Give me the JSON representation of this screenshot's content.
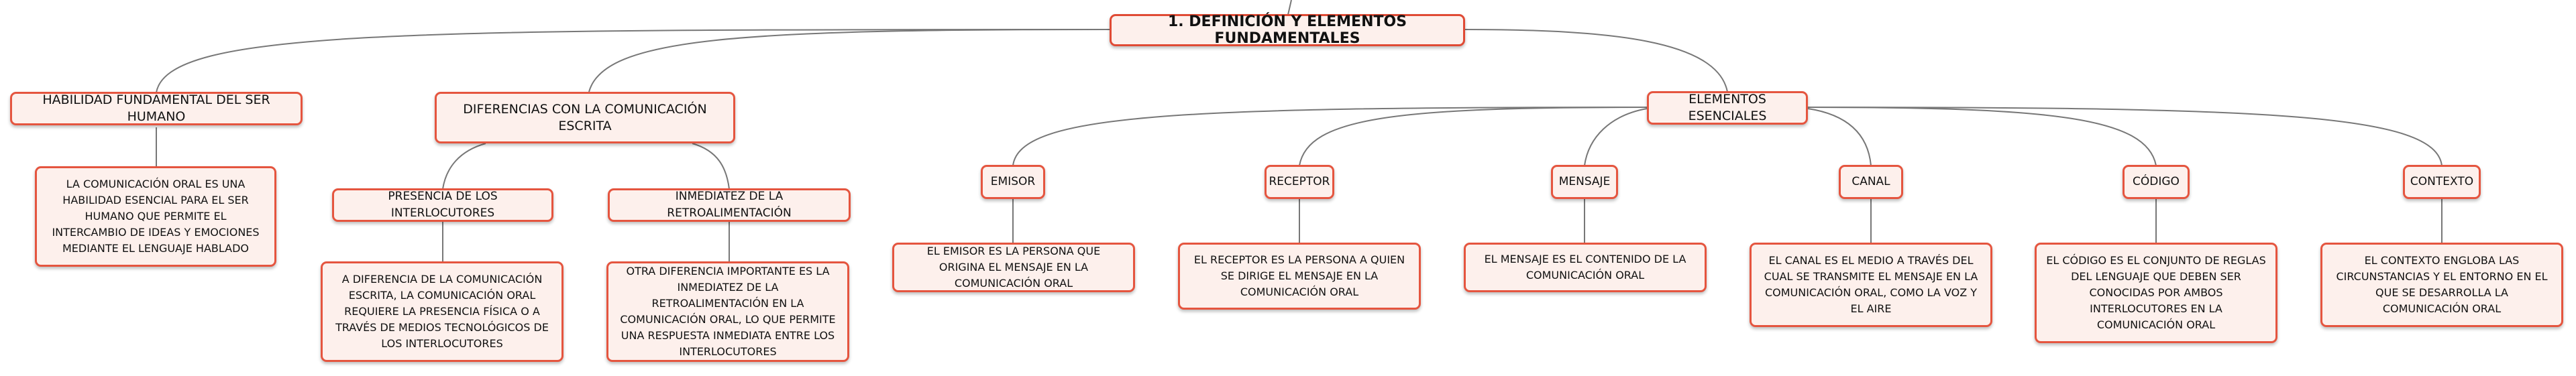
{
  "colors": {
    "border": "#e5553f",
    "fill": "#fdf0ec",
    "connector": "#777777"
  },
  "root": {
    "label": "1. DEFINICIÓN Y ELEMENTOS FUNDAMENTALES"
  },
  "habilidad": {
    "label": "HABILIDAD FUNDAMENTAL DEL SER HUMANO",
    "detail": "LA COMUNICACIÓN ORAL ES UNA HABILIDAD ESENCIAL PARA EL SER HUMANO QUE PERMITE EL INTERCAMBIO DE IDEAS Y EMOCIONES MEDIANTE EL LENGUAJE HABLADO"
  },
  "diferencias": {
    "label": "DIFERENCIAS CON LA COMUNICACIÓN ESCRITA",
    "presencia": {
      "label": "PRESENCIA DE LOS INTERLOCUTORES",
      "detail": "A DIFERENCIA DE LA COMUNICACIÓN ESCRITA, LA COMUNICACIÓN ORAL REQUIERE LA PRESENCIA FÍSICA O A TRAVÉS DE MEDIOS TECNOLÓGICOS DE LOS INTERLOCUTORES"
    },
    "inmediatez": {
      "label": "INMEDIATEZ DE LA RETROALIMENTACIÓN",
      "detail": "OTRA DIFERENCIA IMPORTANTE ES LA INMEDIATEZ DE LA RETROALIMENTACIÓN EN LA COMUNICACIÓN ORAL, LO QUE PERMITE UNA RESPUESTA INMEDIATA ENTRE LOS INTERLOCUTORES"
    }
  },
  "elementos": {
    "label": "ELEMENTOS ESENCIALES",
    "emisor": {
      "label": "EMISOR",
      "detail": "EL EMISOR ES LA PERSONA QUE ORIGINA EL MENSAJE EN LA COMUNICACIÓN ORAL"
    },
    "receptor": {
      "label": "RECEPTOR",
      "detail": "EL RECEPTOR ES LA PERSONA A QUIEN SE DIRIGE EL MENSAJE EN LA COMUNICACIÓN ORAL"
    },
    "mensaje": {
      "label": "MENSAJE",
      "detail": "EL MENSAJE ES EL CONTENIDO DE LA COMUNICACIÓN ORAL"
    },
    "canal": {
      "label": "CANAL",
      "detail": "EL CANAL ES EL MEDIO A TRAVÉS DEL CUAL SE TRANSMITE EL MENSAJE EN LA COMUNICACIÓN ORAL, COMO LA VOZ Y EL AIRE"
    },
    "codigo": {
      "label": "CÓDIGO",
      "detail": "EL CÓDIGO ES EL CONJUNTO DE REGLAS DEL LENGUAJE QUE DEBEN SER CONOCIDAS POR AMBOS INTERLOCUTORES EN LA COMUNICACIÓN ORAL"
    },
    "contexto": {
      "label": "CONTEXTO",
      "detail": "EL CONTEXTO ENGLOBA LAS CIRCUNSTANCIAS Y EL ENTORNO EN EL QUE SE DESARROLLA LA COMUNICACIÓN ORAL"
    }
  }
}
